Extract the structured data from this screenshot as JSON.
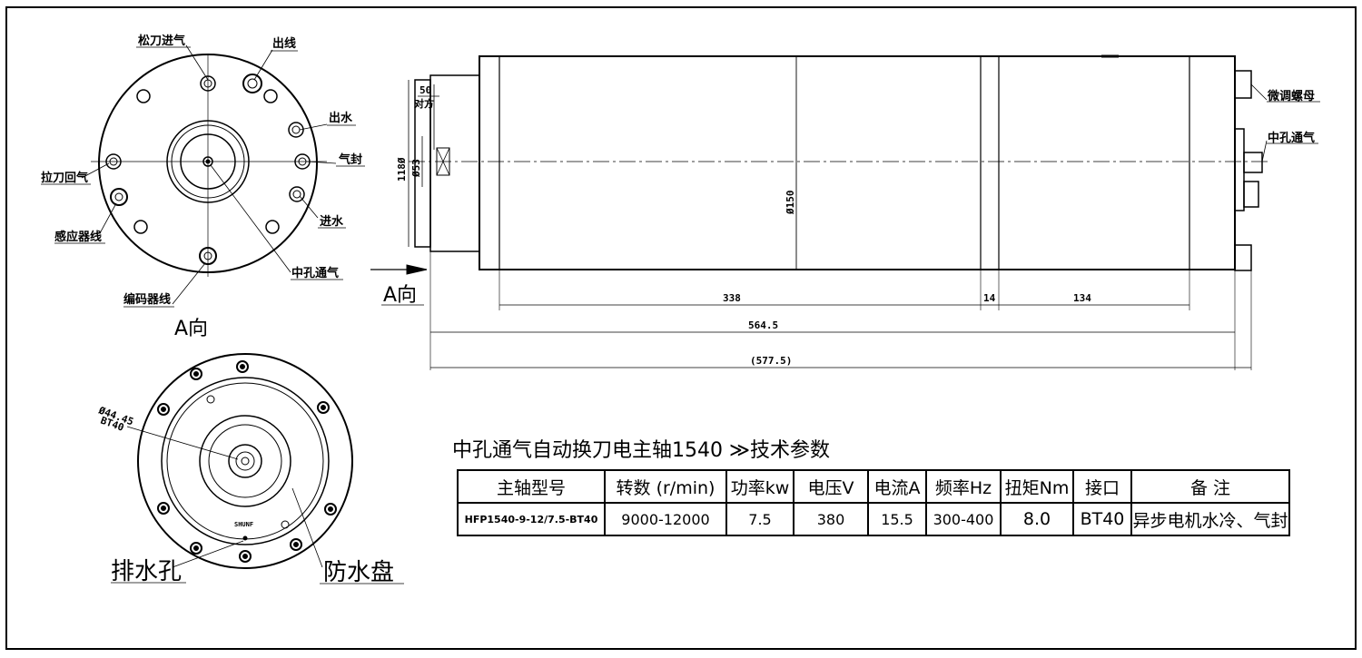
{
  "view_a": {
    "labels": {
      "song_dao_jin_qi": "松刀进气",
      "chu_xian": "出线",
      "chu_shui": "出水",
      "qi_feng": "气封",
      "la_dao_hui_qi": "拉刀回气",
      "jin_shui": "进水",
      "gan_ying_qi_xian": "感应器线",
      "zhong_kong_tong_qi": "中孔通气",
      "bian_ma_qi_xian": "编码器线"
    },
    "caption": "A向"
  },
  "view_b": {
    "dim_bore": "Ø44.45",
    "dim_taper": "BT40",
    "pai_shui_kong": "排水孔",
    "fang_shui_pan": "防水盘",
    "small_mark": "SHUNF"
  },
  "side_view": {
    "arrow_label": "A向",
    "dim_50": "50",
    "dui_fang": "对方",
    "dim_118": "118Ø",
    "dim_53": "Ø53",
    "dim_150": "Ø150",
    "dim_338": "338",
    "dim_14": "14",
    "dim_134": "134",
    "dim_5645": "564.5",
    "dim_5775": "(577.5)",
    "wei_tiao_luo_mu": "微调螺母",
    "zhong_kong_tong_qi": "中孔通气"
  },
  "spec": {
    "title": "中孔通气自动换刀电主轴1540 ≫技术参数",
    "headers": [
      "主轴型号",
      "转数 (r/min)",
      "功率kw",
      "电压V",
      "电流A",
      "频率Hz",
      "扭矩Nm",
      "接口",
      "备  注"
    ],
    "row": [
      "HFP1540-9-12/7.5-BT40",
      "9000-12000",
      "7.5",
      "380",
      "15.5",
      "300-400",
      "8.0",
      "BT40",
      "异步电机水冷、气封"
    ]
  }
}
